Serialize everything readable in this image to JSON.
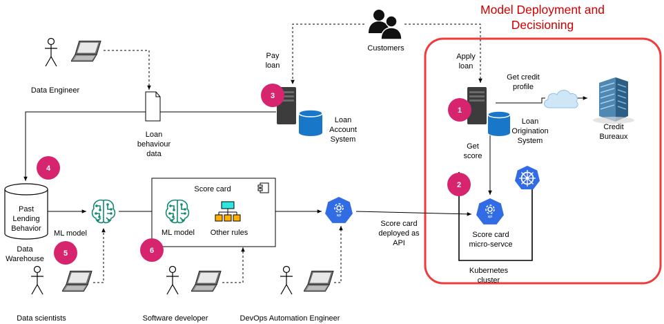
{
  "section": {
    "title_line1": "Model Deployment and",
    "title_line2": "Decisioning",
    "accent_color": "#ef3b3b"
  },
  "actors": {
    "customers": "Customers",
    "data_engineer": "Data Engineer",
    "data_scientists": "Data scientists",
    "software_developer": "Software developer",
    "devops_engineer": "DevOps Automation Engineer"
  },
  "labels": {
    "pay_loan_1": "Pay",
    "pay_loan_2": "loan",
    "apply_loan_1": "Apply",
    "apply_loan_2": "loan",
    "get_credit_1": "Get credit",
    "get_credit_2": "profile",
    "credit_bureaux_1": "Credit",
    "credit_bureaux_2": "Bureaux",
    "loan_account_1": "Loan",
    "loan_account_2": "Account",
    "loan_account_3": "System",
    "loan_origination_1": "Loan",
    "loan_origination_2": "Origination",
    "loan_origination_3": "System",
    "get_score_1": "Get",
    "get_score_2": "score",
    "loan_behaviour_1": "Loan",
    "loan_behaviour_2": "behaviour",
    "loan_behaviour_3": "data",
    "past_lending_1": "Past",
    "past_lending_2": "Lending",
    "past_lending_3": "Behavior",
    "data_warehouse_1": "Data",
    "data_warehouse_2": "Warehouse",
    "ml_model": "ML model",
    "score_card_title": "Score card",
    "score_card_ml_model": "ML model",
    "other_rules": "Other rules",
    "score_card_api_1": "Score card",
    "score_card_api_2": "deployed as",
    "score_card_api_3": "API",
    "score_card_ms_1": "Score card",
    "score_card_ms_2": "micro-servce",
    "kubernetes_1": "Kubernetes",
    "kubernetes_2": "cluster",
    "api_tag": "api"
  },
  "badges": [
    "1",
    "2",
    "3",
    "4",
    "5",
    "6"
  ],
  "colors": {
    "badge": "#d6246e",
    "database": "#1877c9",
    "k8s_blue": "#326ce5",
    "server": "#3c3c3c"
  },
  "icons": {
    "person": "person-icon",
    "laptop": "laptop-icon",
    "server": "server-icon",
    "database": "database-icon",
    "cloud": "cloud-icon",
    "building": "building-icon",
    "neural_net": "neural-network-icon",
    "kubernetes": "kubernetes-icon",
    "document": "document-icon",
    "rules": "rules-icon",
    "component": "component-icon"
  }
}
